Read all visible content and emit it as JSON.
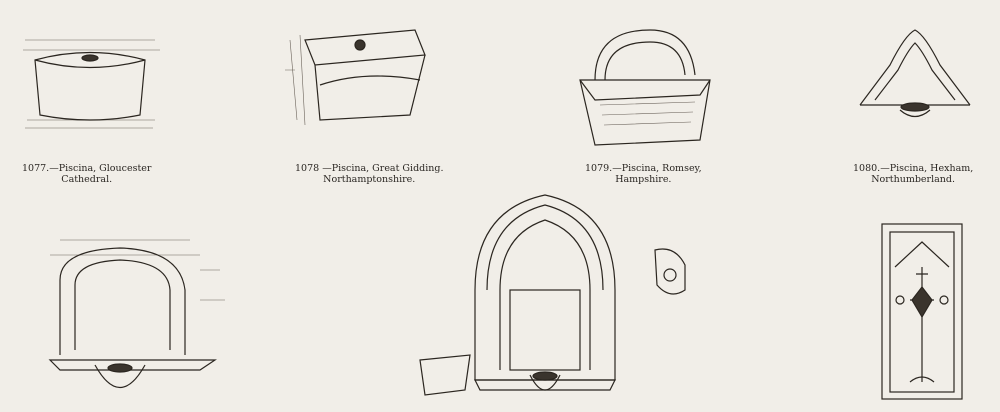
{
  "captions": [
    {
      "number": "1077",
      "line1": "1077.—Piscina, Gloucester",
      "line2": "Cathedral."
    },
    {
      "number": "1078",
      "line1": "1078 —Piscina, Great Gidding.",
      "line2": "Northamptonshire."
    },
    {
      "number": "1079",
      "line1": "1079.—Piscina, Romsey,",
      "line2": "Hampshire."
    },
    {
      "number": "1080",
      "line1": "1080.—Piscina, Hexham,",
      "line2": "Northumberland."
    }
  ]
}
